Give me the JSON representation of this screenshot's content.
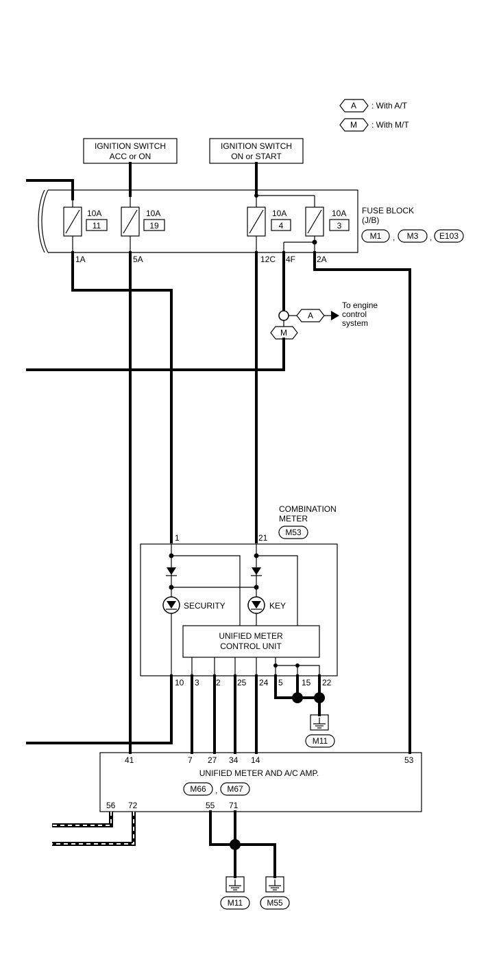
{
  "legend": [
    {
      "code": "A",
      "text": ": With A/T"
    },
    {
      "code": "M",
      "text": ": With M/T"
    }
  ],
  "ign_switch_1": {
    "line1": "IGNITION SWITCH",
    "line2": "ACC or ON"
  },
  "ign_switch_2": {
    "line1": "IGNITION SWITCH",
    "line2": "ON or START"
  },
  "fuse_block": {
    "title": "FUSE BLOCK",
    "subtitle": "(J/B)",
    "connectors": [
      "M1",
      "M3",
      "E103"
    ],
    "fuses": [
      {
        "rating": "10A",
        "number": "11",
        "pin": "1A"
      },
      {
        "rating": "10A",
        "number": "19",
        "pin": "5A"
      },
      {
        "rating": "10A",
        "number": "4",
        "pin": "12C"
      },
      {
        "rating": "10A",
        "number": "3",
        "pin": "2A"
      }
    ],
    "pin_4f": "4F"
  },
  "engine_ctrl": {
    "line1": "To engine",
    "line2": "control",
    "line3": "system",
    "tag_a": "A",
    "tag_m": "M"
  },
  "combination_meter": {
    "title1": "COMBINATION",
    "title2": "METER",
    "connector": "M53",
    "top_pins": [
      "1",
      "21"
    ],
    "security_label": "SECURITY",
    "key_label": "KEY",
    "cu_line1": "UNIFIED METER",
    "cu_line2": "CONTROL UNIT",
    "bottom_pins": [
      "10",
      "3",
      "2",
      "25",
      "24",
      "5",
      "15",
      "22"
    ],
    "ground": "M11"
  },
  "amp": {
    "title": "UNIFIED METER AND A/C AMP.",
    "connectors": [
      "M66",
      "M67"
    ],
    "top_pins": [
      "41",
      "7",
      "27",
      "34",
      "14",
      "53"
    ],
    "bottom_pins": [
      "56",
      "72",
      "55",
      "71"
    ],
    "grounds": [
      "M11",
      "M55"
    ]
  }
}
